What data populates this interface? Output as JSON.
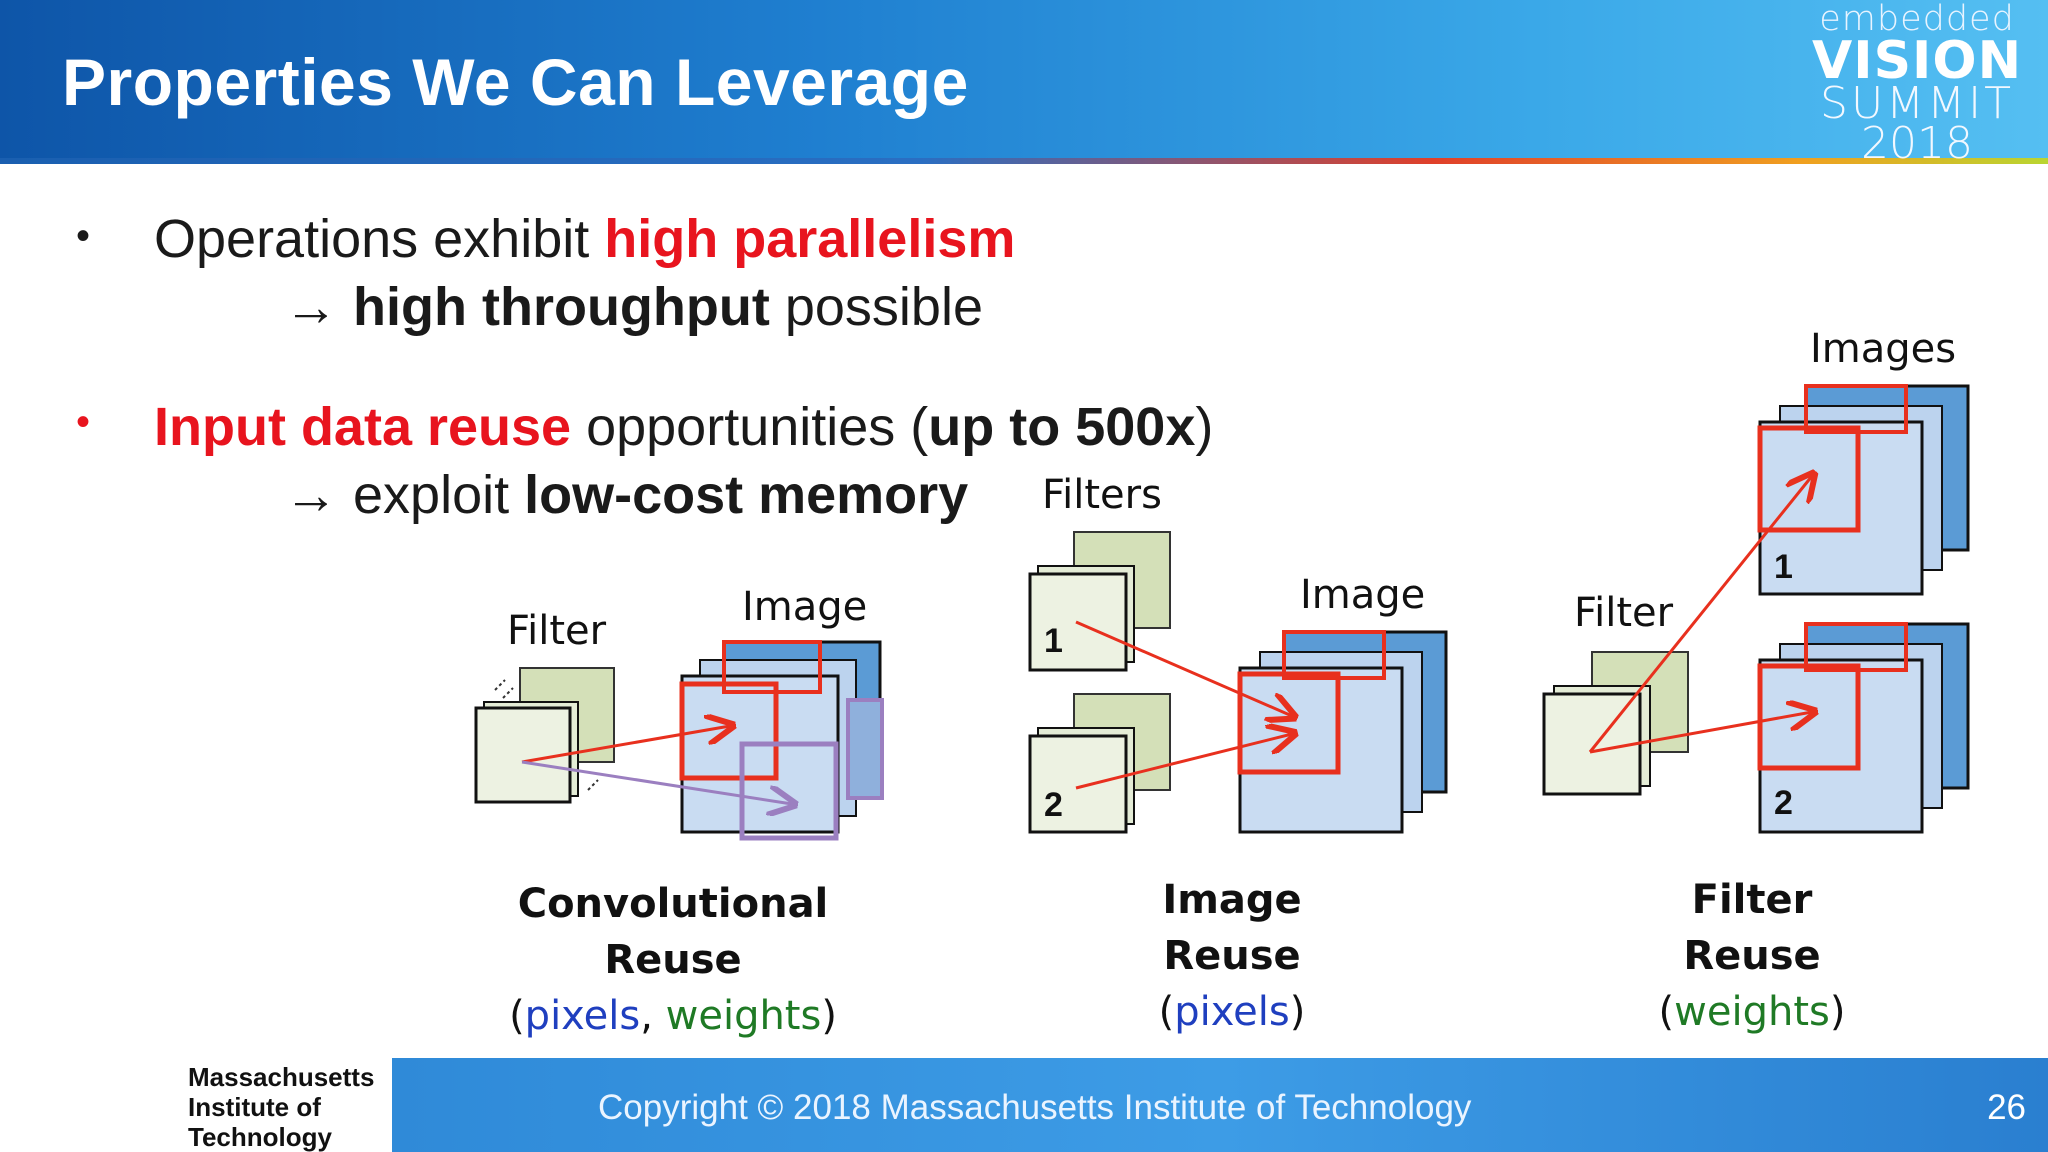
{
  "header": {
    "title": "Properties We Can Leverage",
    "logo": {
      "line1": "embedded",
      "line2": "VISION",
      "line3": "SUMMIT",
      "line4": "2018"
    }
  },
  "bullets": [
    {
      "marker": "•",
      "parts": {
        "pre": "Operations exhibit ",
        "highlight": "high parallelism"
      },
      "sub": {
        "arrow": "→",
        "bold": "high throughput",
        "rest": " possible"
      }
    },
    {
      "marker": "•",
      "parts": {
        "highlight": "Input data reuse",
        "mid": " opportunities (",
        "bold": "up to 500x",
        "post": ")"
      },
      "sub": {
        "arrow": "→",
        "pre": " exploit ",
        "bold": "low-cost memory"
      }
    }
  ],
  "diagrams": {
    "convolutional": {
      "filter_label": "Filter",
      "image_label": "Image",
      "caption_line1": "Convolutional",
      "caption_line2": "Reuse",
      "sub_open": "(",
      "sub_a": "pixels",
      "sub_sep": ", ",
      "sub_b": "weights",
      "sub_close": ")"
    },
    "image": {
      "filters_label": "Filters",
      "image_label": "Image",
      "num1": "1",
      "num2": "2",
      "caption_line1": "Image",
      "caption_line2": "Reuse",
      "sub_open": "(",
      "sub_a": "pixels",
      "sub_close": ")"
    },
    "filter": {
      "filter_label": "Filter",
      "images_label": "Images",
      "num1": "1",
      "num2": "2",
      "caption_line1": "Filter",
      "caption_line2": "Reuse",
      "sub_open": "(",
      "sub_a": "weights",
      "sub_close": ")"
    }
  },
  "footer": {
    "institution_line1": "Massachusetts",
    "institution_line2": "Institute of",
    "institution_line3": "Technology",
    "copyright": "Copyright © 2018 Massachusetts Institute of Technology",
    "page_number": "26"
  },
  "colors": {
    "highlight_red": "#e8141e",
    "filter_green": "#d4e0b8",
    "image_blue": "#5b9bd5",
    "arrow_red": "#e8301e",
    "arrow_purple": "#9b7fc0"
  }
}
